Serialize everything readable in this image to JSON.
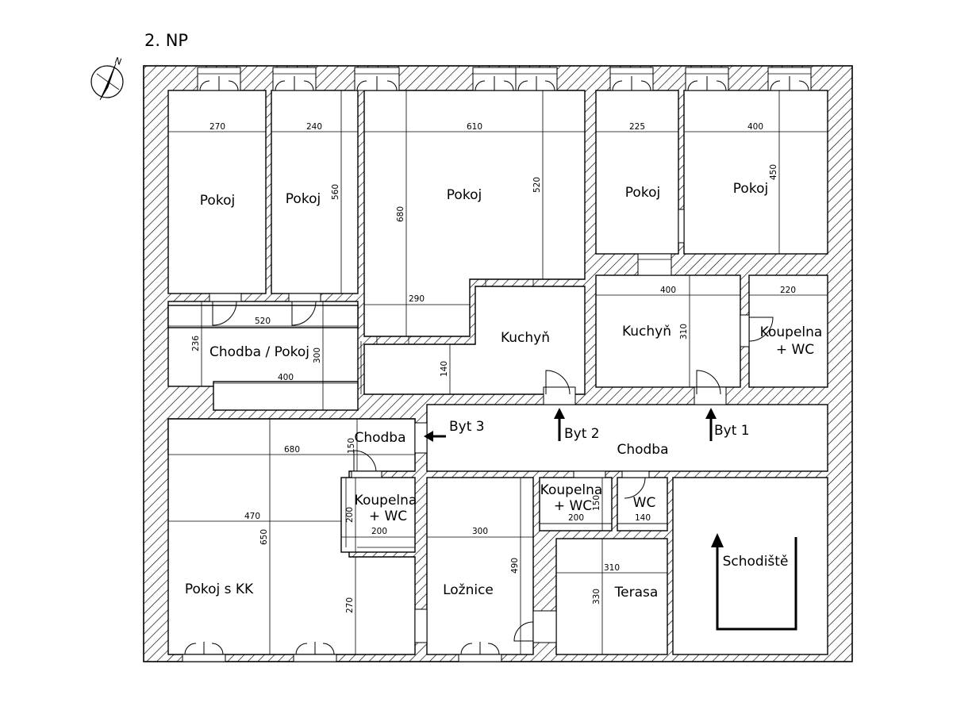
{
  "floor_title": "2. NP",
  "compass_label": "N",
  "rooms": [
    {
      "id": "pokoj-1",
      "label": "Pokoj"
    },
    {
      "id": "pokoj-2",
      "label": "Pokoj"
    },
    {
      "id": "pokoj-3",
      "label": "Pokoj"
    },
    {
      "id": "pokoj-4",
      "label": "Pokoj"
    },
    {
      "id": "pokoj-5",
      "label": "Pokoj"
    },
    {
      "id": "chodba-pokoj",
      "label": "Chodba / Pokoj"
    },
    {
      "id": "kuchyn-1",
      "label": "Kuchyň"
    },
    {
      "id": "kuchyn-2",
      "label": "Kuchyň"
    },
    {
      "id": "koupelna-1",
      "label_line1": "Koupelna",
      "label_line2": "+ WC"
    },
    {
      "id": "chodba-small",
      "label": "Chodba"
    },
    {
      "id": "chodba-main",
      "label": "Chodba"
    },
    {
      "id": "koupelna-2",
      "label_line1": "Koupelna",
      "label_line2": "+ WC"
    },
    {
      "id": "koupelna-3",
      "label_line1": "Koupelna",
      "label_line2": "+ WC"
    },
    {
      "id": "wc",
      "label": "WC"
    },
    {
      "id": "pokoj-kk",
      "label": "Pokoj s KK"
    },
    {
      "id": "loznice",
      "label": "Ložnice"
    },
    {
      "id": "terasa",
      "label": "Terasa"
    },
    {
      "id": "schodiste",
      "label": "Schodiště"
    }
  ],
  "entrances": [
    {
      "id": "byt-3",
      "label": "Byt 3"
    },
    {
      "id": "byt-2",
      "label": "Byt 2"
    },
    {
      "id": "byt-1",
      "label": "Byt 1"
    }
  ],
  "dimensions": [
    "270",
    "240",
    "610",
    "225",
    "400",
    "560",
    "680",
    "520",
    "450",
    "290",
    "400",
    "220",
    "310",
    "520",
    "236",
    "300",
    "400",
    "140",
    "680",
    "150",
    "470",
    "650",
    "200",
    "200",
    "300",
    "490",
    "200",
    "150",
    "140",
    "310",
    "330",
    "270"
  ],
  "colors": {
    "wall": "#000000",
    "background": "#ffffff"
  }
}
